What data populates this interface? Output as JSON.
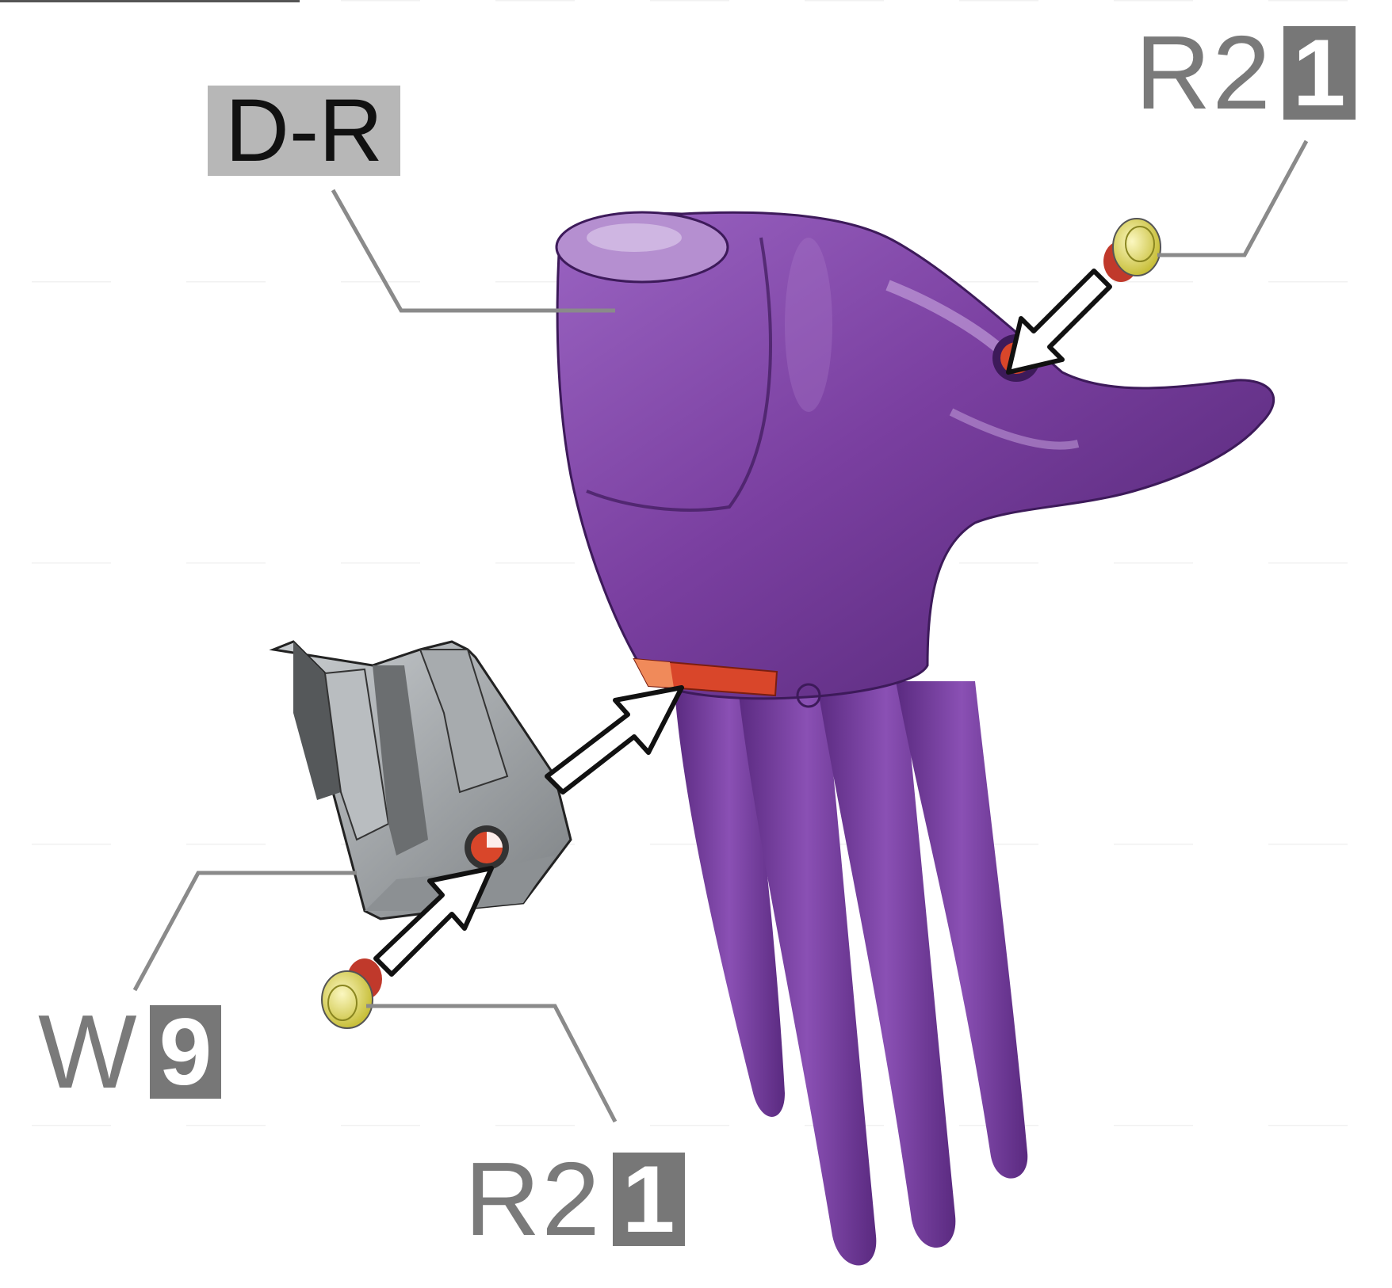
{
  "labels": {
    "glove_part": {
      "code": "D-R"
    },
    "screw_top": {
      "code": "R2",
      "quantity": "1"
    },
    "screw_bottom": {
      "code": "R2",
      "quantity": "1"
    },
    "comb_part": {
      "code": "W",
      "quantity": "9"
    }
  },
  "colors": {
    "glove": "#7a3fa0",
    "glove_shadow": "#4e2470",
    "glove_highlight": "#b58fd0",
    "slot": "#d9462a",
    "comb": "#9fa3a6",
    "comb_dark": "#55585a",
    "screw_head": "#e8e27a",
    "screw_body": "#c0392b",
    "leader_line": "#8a8a8a",
    "label_box_light": "#b7b7b7",
    "label_box_dark": "#777777"
  },
  "icons": [
    "arrow-icon",
    "screw-icon"
  ]
}
